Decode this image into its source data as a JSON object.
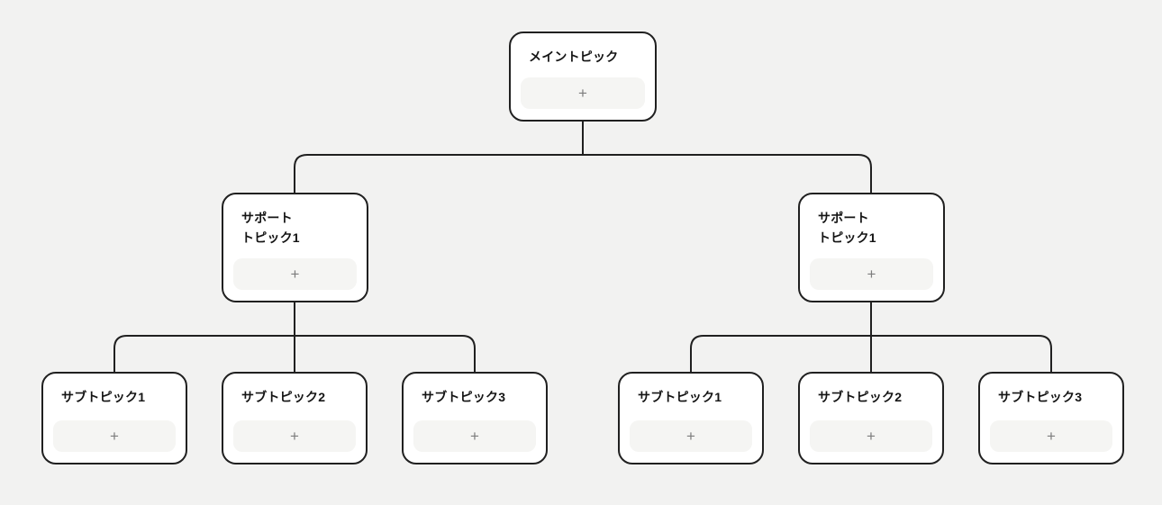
{
  "canvas": {
    "background": "#f2f2f1"
  },
  "colors": {
    "node_background": "#ffffff",
    "node_border": "#202020",
    "connector": "#202020",
    "add_button_background": "#f5f5f3",
    "add_button_symbol": "#7d7d7d",
    "label_text": "#141414"
  },
  "nodes": [
    {
      "id": "main-topic",
      "label": "メイントピック",
      "add_button": "+"
    },
    {
      "id": "support-topic-left",
      "label": "サポート\nトピック1",
      "add_button": "+"
    },
    {
      "id": "support-topic-right",
      "label": "サポート\nトピック1",
      "add_button": "+"
    },
    {
      "id": "subtopic-left-1",
      "label": "サブトピック1",
      "add_button": "+"
    },
    {
      "id": "subtopic-left-2",
      "label": "サブトピック2",
      "add_button": "+"
    },
    {
      "id": "subtopic-left-3",
      "label": "サブトピック3",
      "add_button": "+"
    },
    {
      "id": "subtopic-right-1",
      "label": "サブトピック1",
      "add_button": "+"
    },
    {
      "id": "subtopic-right-2",
      "label": "サブトピック2",
      "add_button": "+"
    },
    {
      "id": "subtopic-right-3",
      "label": "サブトピック3",
      "add_button": "+"
    }
  ]
}
